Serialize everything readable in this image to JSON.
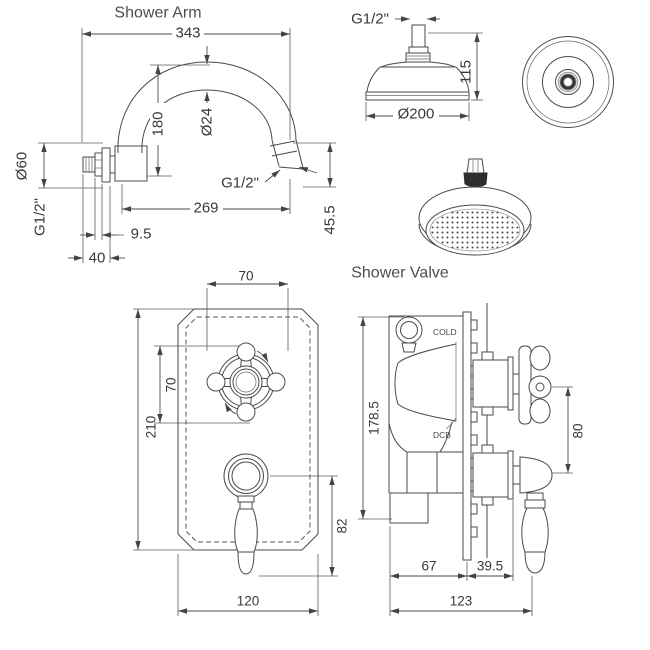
{
  "titles": {
    "shower_arm": "Shower Arm",
    "shower_valve": "Shower Valve"
  },
  "shower_arm_view": {
    "dim_width": "343",
    "dim_height": "180",
    "dim_tube_diameter": "Ø24",
    "dim_flange_diameter": "Ø60",
    "dim_inlet_thread": "G1/2\"",
    "dim_outlet_thread": "G1/2\"",
    "dim_reach": "269",
    "dim_flange_depth": "9.5",
    "dim_wall_clearance": "40",
    "dim_outlet_drop": "45.5"
  },
  "shower_head_view": {
    "dim_thread": "G1/2\"",
    "dim_height": "115",
    "dim_diameter": "Ø200"
  },
  "valve_front_view": {
    "dim_handle_width": "70",
    "dim_handle_height": "70",
    "dim_plate_height": "210",
    "dim_lever_drop": "82",
    "dim_plate_width": "120"
  },
  "valve_side_view": {
    "label_cold": "COLD",
    "label_dcb": "DCB",
    "dim_total_height": "178.5",
    "dim_handle_offset": "80",
    "dim_body_depth": "67",
    "dim_front_depth": "39.5",
    "dim_total_depth": "123"
  }
}
